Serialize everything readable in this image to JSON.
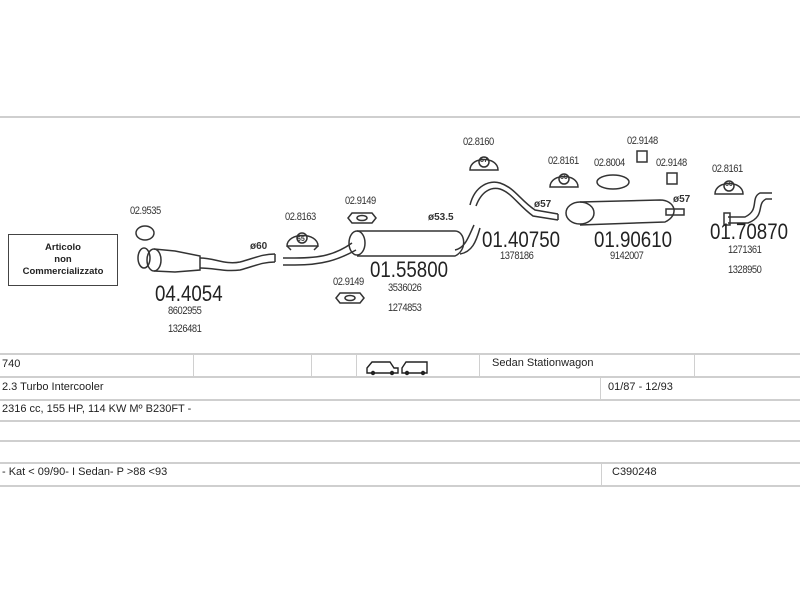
{
  "not_sold_box": [
    "Articolo",
    "non",
    "Commercializzato"
  ],
  "parts": [
    {
      "code": "04.4054",
      "refs": [
        "8602955",
        "1326481"
      ]
    },
    {
      "code": "01.55800",
      "refs": [
        "3536026",
        "1274853"
      ]
    },
    {
      "code": "01.40750",
      "refs": [
        "1378186"
      ]
    },
    {
      "code": "01.90610",
      "refs": [
        "9142007"
      ]
    },
    {
      "code": "01.70870",
      "refs": [
        "1271361",
        "1328950"
      ]
    }
  ],
  "accessories": {
    "a1": "02.9535",
    "a2": "02.8163",
    "a3": "02.9149",
    "a4": "02.9149",
    "a5": "02.8160",
    "a6": "02.8161",
    "a7": "02.8004",
    "a8": "02.9148",
    "a9": "02.9148",
    "a10": "02.8161"
  },
  "clamp_sizes": {
    "c1": "65",
    "c2": "57",
    "c3": "60",
    "c4": "60"
  },
  "diameters": {
    "d1": "ø60",
    "d2": "ø53.5",
    "d3": "ø57",
    "d4": "ø57"
  },
  "table": {
    "model": "740",
    "body_types": "Sedan Stationwagon",
    "engine": "2.3 Turbo Intercooler",
    "years": "01/87 - 12/93",
    "specs": "2316 cc, 155 HP, 114 KW Mº B230FT -",
    "notes": "- Kat < 09/90- I Sedan- P >88 <93",
    "catalog_code": "C390248"
  }
}
